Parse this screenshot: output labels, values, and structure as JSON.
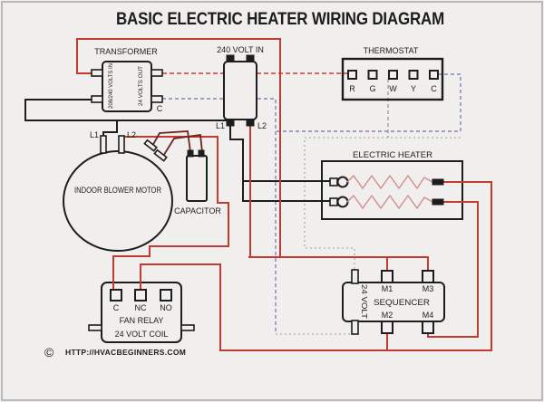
{
  "title": "BASIC ELECTRIC HEATER WIRING DIAGRAM",
  "colors": {
    "background": "#f1efed",
    "wire_black": "#1d1d1d",
    "wire_red": "#c23b31",
    "dashed_blue": "#8383ba",
    "dashed_gray": "#9f9f9f",
    "heater_element_red": "#d28f8f",
    "capacitor_wire_maroon": "#6e2420",
    "frame_gray": "#b9b9b9"
  },
  "transformer": {
    "label": "TRANSFORMER",
    "primary_label": "208/240 VOLTS IN",
    "secondary_label": "24 VOLTS OUT",
    "terminal_c": "C"
  },
  "input_240": {
    "label": "240 VOLT IN",
    "terminal_l1": "L1",
    "terminal_l2": "L2"
  },
  "thermostat": {
    "label": "THERMOSTAT",
    "terminals": [
      "R",
      "G",
      "W",
      "Y",
      "C"
    ]
  },
  "heater": {
    "label": "ELECTRIC HEATER"
  },
  "blower": {
    "label": "INDOOR BLOWER MOTOR",
    "terminal_l1": "L1",
    "terminal_l2": "L2"
  },
  "capacitor": {
    "label": "CAPACITOR"
  },
  "fan_relay": {
    "terminals": [
      "C",
      "NC",
      "NO"
    ],
    "line1": "FAN RELAY",
    "line2": "24 VOLT COIL"
  },
  "sequencer": {
    "label": "SEQUENCER",
    "coil_label": "24 VOLT",
    "terminals": {
      "m1": "M1",
      "m2": "M2",
      "m3": "M3",
      "m4": "M4"
    }
  },
  "footer": {
    "symbol": "©",
    "url": "HTTP://HVACBEGINNERS.COM"
  }
}
